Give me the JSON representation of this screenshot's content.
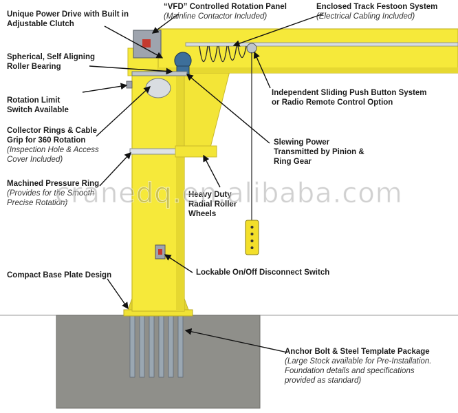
{
  "labels": {
    "power_drive": {
      "title": "Unique Power Drive with Built in\nAdjustable Clutch"
    },
    "vfd": {
      "title": "“VFD” Controlled Rotation Panel",
      "sub": "(Mainline Contactor Included)"
    },
    "festoon": {
      "title": "Enclosed Track Festoon System",
      "sub": "(Electrical Cabling Included)"
    },
    "bearing": {
      "title": "Spherical, Self Aligning\nRoller Bearing"
    },
    "limit_switch": {
      "title": "Rotation Limit\nSwitch Available"
    },
    "push_button": {
      "title": "Independent Sliding Push Button System\nor Radio Remote Control Option"
    },
    "collector": {
      "title": "Collector Rings & Cable\nGrip for 360 Rotation",
      "sub": "(Inspection Hole & Access\nCover Included)"
    },
    "slewing": {
      "title": "Slewing Power\nTransmitted by Pinion &\nRing Gear"
    },
    "pressure_ring": {
      "title": "Machined Pressure Ring",
      "sub": "(Provides for the Smooth\nPrecise Rotation)"
    },
    "wheels": {
      "title": "Heavy Duty\nRadial Roller\nWheels"
    },
    "base_plate": {
      "title": "Compact Base Plate Design"
    },
    "disconnect": {
      "title": "Lockable On/Off Disconnect Switch"
    },
    "anchor": {
      "title": "Anchor Bolt & Steel Template Package",
      "sub": "(Large Stock available for Pre-Installation.\nFoundation details and specifications\nprovided as standard)"
    }
  },
  "watermark": "cranedq.en.alibaba.com",
  "colors": {
    "crane": "#f6e93a",
    "crane_dark": "#c9b92a",
    "concrete": "#8f8f8a",
    "panel": "#9ea4ae",
    "motor": "#3d6f9a",
    "leader": "#111111"
  }
}
